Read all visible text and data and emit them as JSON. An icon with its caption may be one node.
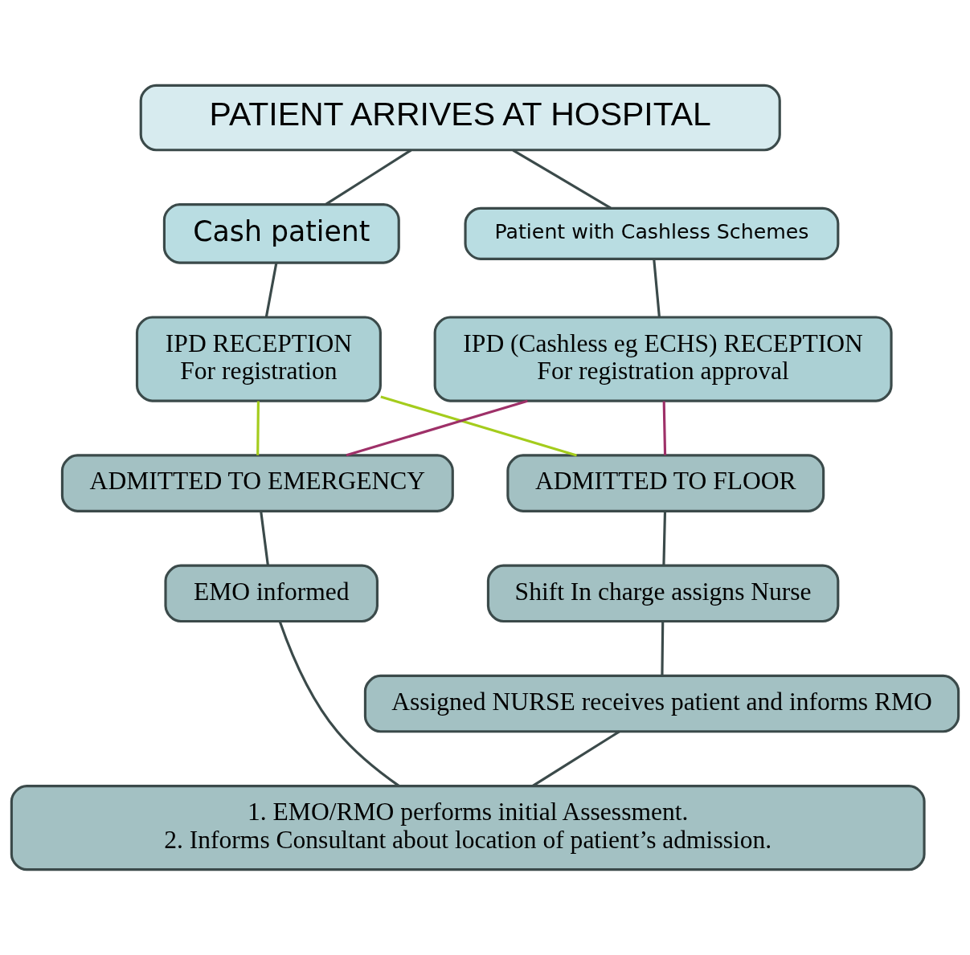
{
  "diagram": {
    "nodes": [
      {
        "text": [
          "PATIENT ARRIVES AT HOSPITAL"
        ]
      },
      {
        "text": [
          "Cash patient"
        ]
      },
      {
        "text": [
          "Patient with Cashless Schemes"
        ]
      },
      {
        "text": [
          "IPD RECEPTION",
          "For registration"
        ]
      },
      {
        "text": [
          "IPD (Cashless eg ECHS) RECEPTION",
          "For registration approval"
        ]
      },
      {
        "text": [
          "ADMITTED TO EMERGENCY"
        ]
      },
      {
        "text": [
          "ADMITTED TO FLOOR"
        ]
      },
      {
        "text": [
          "EMO informed"
        ]
      },
      {
        "text": [
          "Shift In charge assigns Nurse"
        ]
      },
      {
        "text": [
          "Assigned NURSE receives patient and informs RMO"
        ]
      },
      {
        "text": [
          "1. EMO/RMO performs initial Assessment.",
          "2. Informs Consultant about location of patient’s admission."
        ]
      }
    ],
    "edges": [
      {
        "from": 0,
        "to": 1,
        "arrow": "none"
      },
      {
        "from": 0,
        "to": 2,
        "arrow": "none"
      },
      {
        "from": 1,
        "to": 3,
        "arrow": "none"
      },
      {
        "from": 2,
        "to": 4,
        "arrow": "none"
      },
      {
        "from": 3,
        "to": 5,
        "arrow": "none",
        "color": "#a4cc1c"
      },
      {
        "from": 3,
        "to": 6,
        "arrow": "none",
        "color": "#a4cc1c"
      },
      {
        "from": 4,
        "to": 5,
        "arrow": "none",
        "color": "#9e3068"
      },
      {
        "from": 4,
        "to": 6,
        "arrow": "none",
        "color": "#9e3068"
      },
      {
        "from": 5,
        "to": 7,
        "arrow": "none"
      },
      {
        "from": 7,
        "to": 10,
        "arrow": "none"
      },
      {
        "from": 6,
        "to": 8,
        "arrow": "none"
      },
      {
        "from": 8,
        "to": 9,
        "arrow": "none"
      },
      {
        "from": 9,
        "to": 10,
        "arrow": "none"
      }
    ]
  }
}
